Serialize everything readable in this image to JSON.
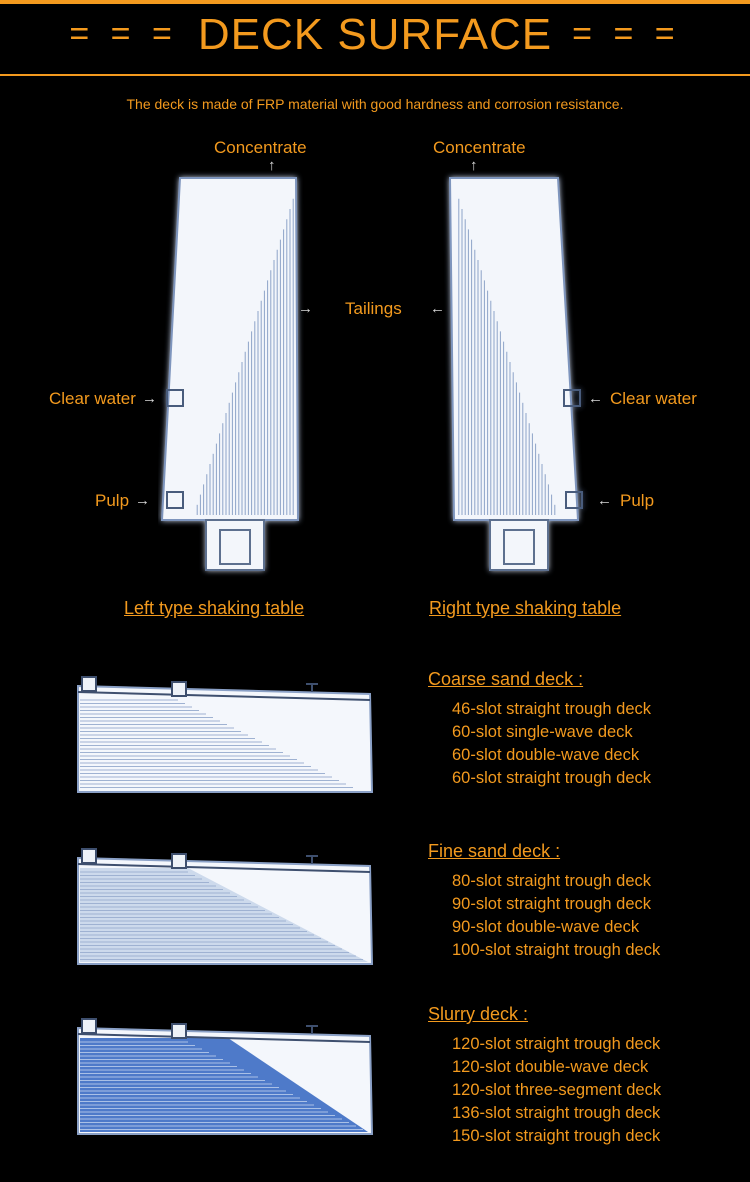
{
  "header": {
    "decor_left": "= = =",
    "title": "DECK SURFACE",
    "decor_right": "= = =",
    "subtitle": "The deck is made of FRP material with good hardness and corrosion resistance."
  },
  "diagram": {
    "concentrate_left": "Concentrate",
    "concentrate_right": "Concentrate",
    "tailings": "Tailings",
    "clear_water_left": "Clear water",
    "clear_water_right": "Clear water",
    "pulp_left": "Pulp",
    "pulp_right": "Pulp",
    "left_caption": "Left type shaking table",
    "right_caption": "Right type shaking table"
  },
  "decks": [
    {
      "heading": "Coarse sand deck :",
      "items": [
        "46-slot straight trough deck",
        "60-slot single-wave deck",
        "60-slot double-wave deck",
        "60-slot straight trough deck"
      ]
    },
    {
      "heading": "Fine sand deck :",
      "items": [
        "80-slot straight trough deck",
        "90-slot straight trough deck",
        "90-slot double-wave deck",
        "100-slot straight trough deck"
      ]
    },
    {
      "heading": "Slurry deck :",
      "items": [
        "120-slot straight trough deck",
        "120-slot double-wave deck",
        "120-slot three-segment deck",
        "136-slot straight trough deck",
        "150-slot straight trough deck"
      ]
    }
  ],
  "colors": {
    "accent": "#f39a1e",
    "deck_blue": "#3f6fc4",
    "deck_light": "#dfe8f5"
  }
}
